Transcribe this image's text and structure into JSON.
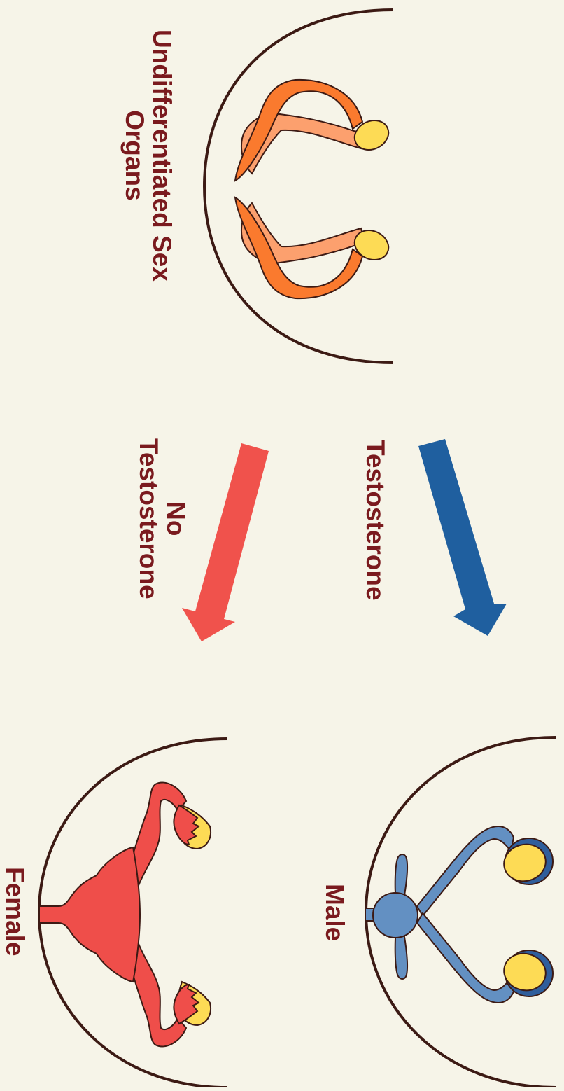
{
  "labels": {
    "undifferentiated_line1": "Undifferentiated Sex",
    "undifferentiated_line2": "Organs",
    "testosterone": "Testosterone",
    "no_testosterone_line1": "No",
    "no_testosterone_line2": "Testosterone",
    "male": "Male",
    "female": "Female"
  },
  "colors": {
    "background": "#f6f4e8",
    "label_text": "#7a1a1e",
    "outline": "#3c1a14",
    "undifferentiated_duct_dark": "#fa7a2e",
    "undifferentiated_duct_light": "#fca06e",
    "gonad": "#fddb55",
    "male_ducts": "#6390c2",
    "male_testis_rim": "#2f5e9c",
    "female_organs": "#ef4e4a",
    "arrow_testosterone": "#1f5f9f",
    "arrow_no_testosterone": "#f0524c"
  },
  "icons": {
    "undifferentiated": "undifferentiated-sex-organs-icon",
    "male": "male-reproductive-organs-icon",
    "female": "female-reproductive-organs-icon"
  }
}
